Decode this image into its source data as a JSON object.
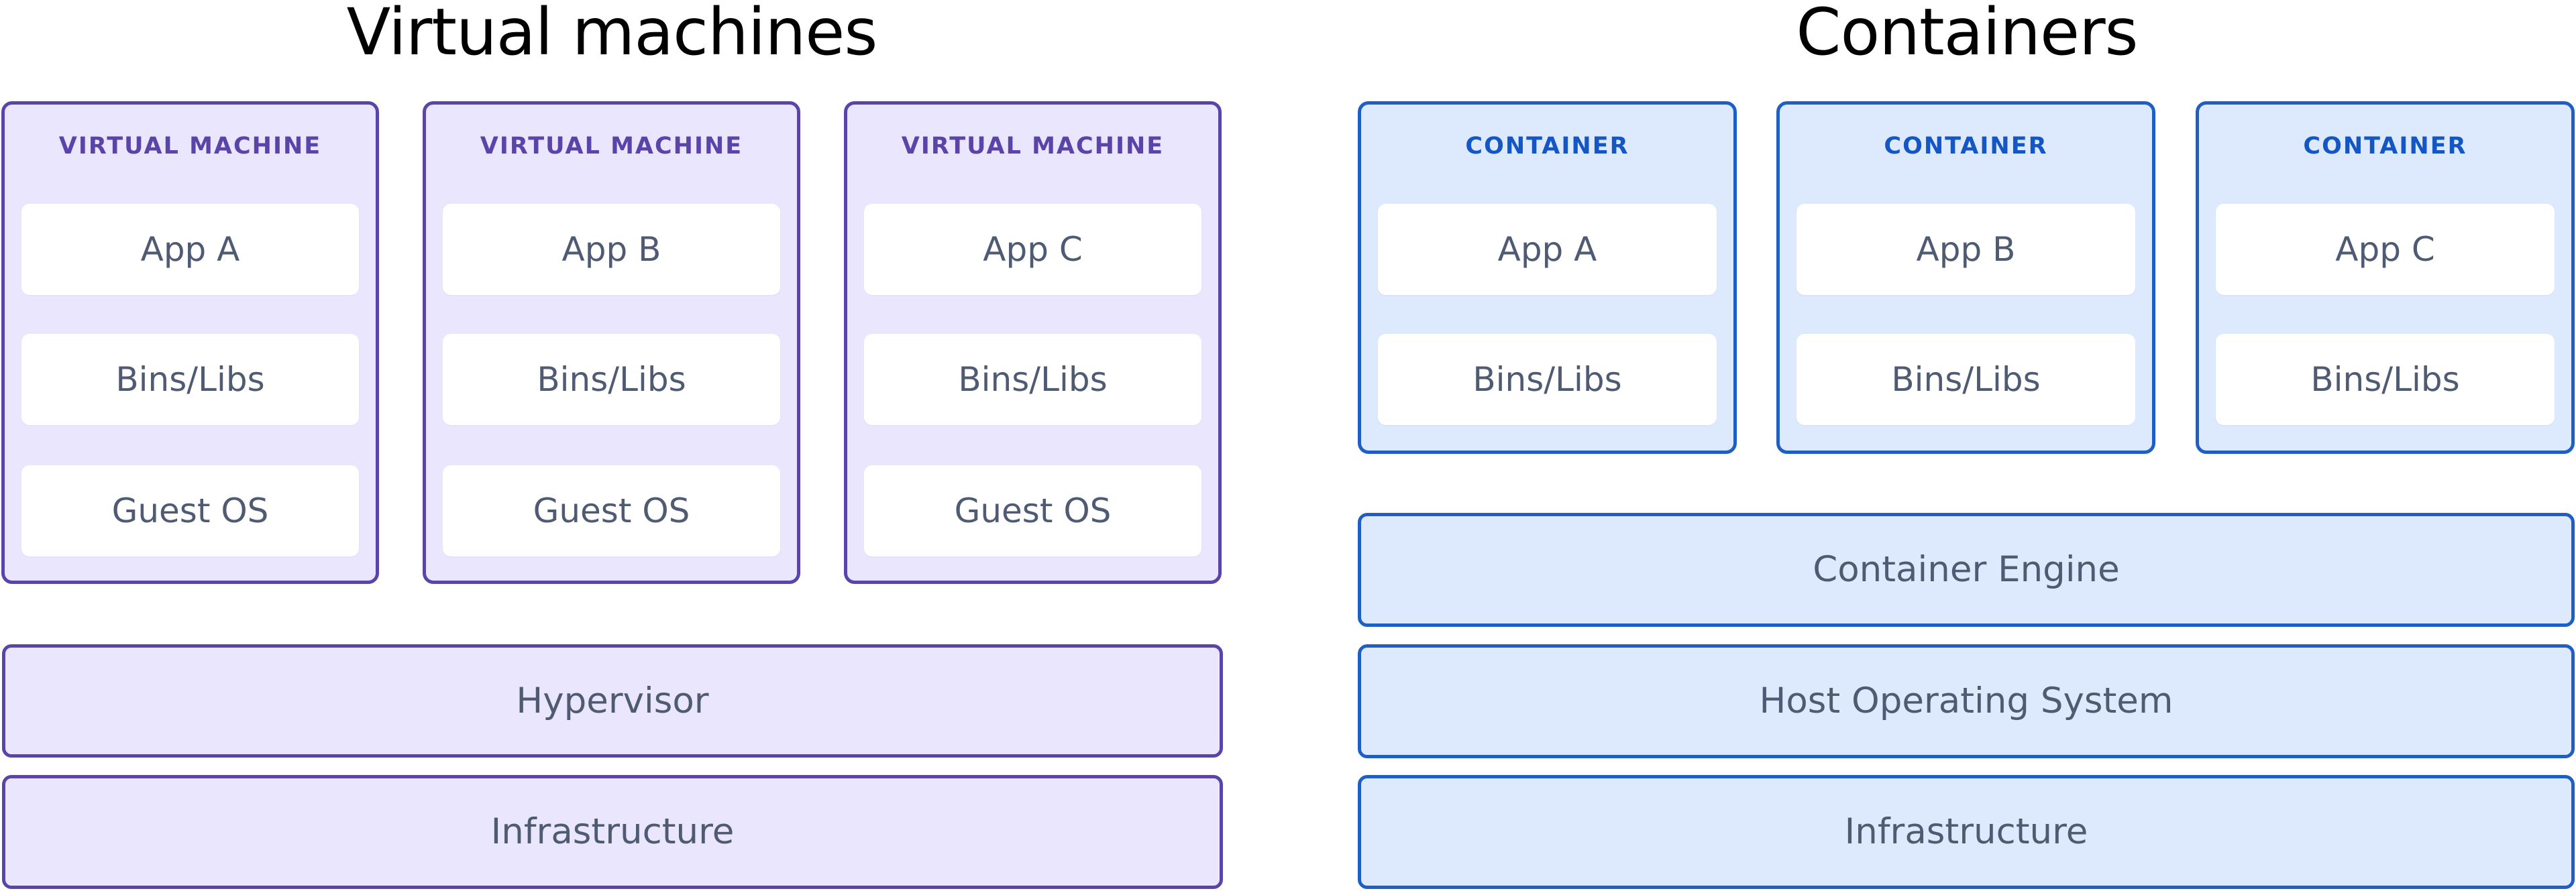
{
  "colors": {
    "vm_fill": "#eae6fd",
    "vm_border": "#5a44a8",
    "container_fill": "#dde9fc",
    "container_border": "#1f5fc5",
    "layer_text": "#4f5b73",
    "layer_fill": "#ffffff"
  },
  "vm_side": {
    "title": "Virtual machines",
    "machines": [
      {
        "label": "VIRTUAL MACHINE",
        "layers": [
          "App A",
          "Bins/Libs",
          "Guest OS"
        ]
      },
      {
        "label": "VIRTUAL MACHINE",
        "layers": [
          "App B",
          "Bins/Libs",
          "Guest OS"
        ]
      },
      {
        "label": "VIRTUAL MACHINE",
        "layers": [
          "App C",
          "Bins/Libs",
          "Guest OS"
        ]
      }
    ],
    "hypervisor": "Hypervisor",
    "infrastructure": "Infrastructure"
  },
  "container_side": {
    "title": "Containers",
    "containers": [
      {
        "label": "CONTAINER",
        "layers": [
          "App A",
          "Bins/Libs"
        ]
      },
      {
        "label": "CONTAINER",
        "layers": [
          "App B",
          "Bins/Libs"
        ]
      },
      {
        "label": "CONTAINER",
        "layers": [
          "App C",
          "Bins/Libs"
        ]
      }
    ],
    "engine": "Container Engine",
    "host_os": "Host Operating System",
    "infrastructure": "Infrastructure"
  }
}
